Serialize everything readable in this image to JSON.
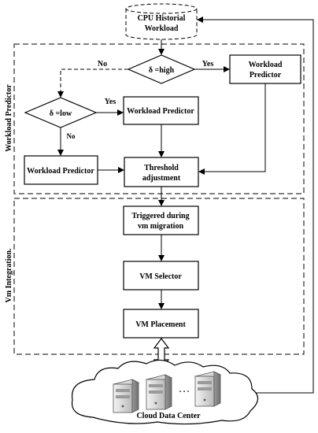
{
  "source": {
    "line1": "CPU Historial",
    "line2": "Workload"
  },
  "decisions": {
    "high": {
      "label": "δ =high",
      "yes": "Yes",
      "no": "No"
    },
    "low": {
      "label": "δ =low",
      "yes": "Yes",
      "no": "No"
    }
  },
  "boxes": {
    "predictor_high": {
      "line1": "Workload",
      "line2": "Predictor"
    },
    "predictor_low": "Workload Predictor",
    "predictor_else": "Workload Predictor",
    "threshold": {
      "line1": "Threshold",
      "line2": "adjustment"
    },
    "triggered": {
      "line1": "Triggered during",
      "line2": "vm migration"
    },
    "vm_selector": "VM Selector",
    "vm_placement": "VM Placement"
  },
  "groups": {
    "workload_predictor": "Workload Predictor",
    "vm_integration": "Vm Integration."
  },
  "cloud": {
    "label": "Cloud Data Center",
    "dots": ". . ."
  }
}
